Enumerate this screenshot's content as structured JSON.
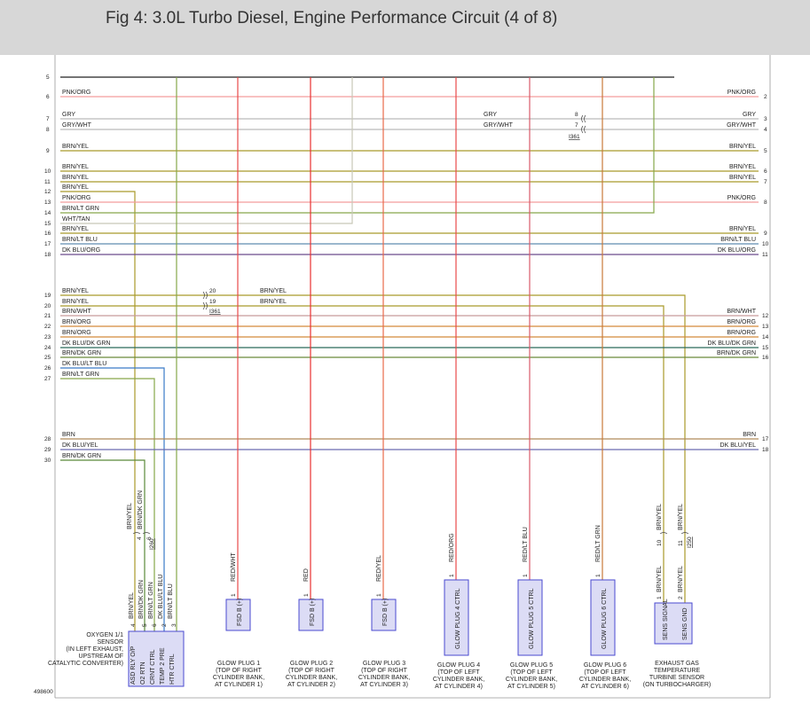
{
  "title": "Fig 4: 3.0L Turbo Diesel, Engine Performance Circuit (4 of 8)",
  "footer_id": "498600",
  "colors": {
    "title_bg": "#d7d7d7",
    "connector_fill": "#dcdcf5",
    "connector_stroke": "#4a4ad0"
  },
  "left_wires": [
    {
      "n": "5",
      "label": ""
    },
    {
      "n": "6",
      "label": "PNK/ORG"
    },
    {
      "n": "7",
      "label": "GRY"
    },
    {
      "n": "8",
      "label": "GRY/WHT"
    },
    {
      "n": "9",
      "label": "BRN/YEL"
    },
    {
      "n": "10",
      "label": "BRN/YEL"
    },
    {
      "n": "11",
      "label": "BRN/YEL"
    },
    {
      "n": "12",
      "label": "BRN/YEL"
    },
    {
      "n": "13",
      "label": "PNK/ORG"
    },
    {
      "n": "14",
      "label": "BRN/LT GRN"
    },
    {
      "n": "15",
      "label": "WHT/TAN"
    },
    {
      "n": "16",
      "label": "BRN/YEL"
    },
    {
      "n": "17",
      "label": "BRN/LT BLU"
    },
    {
      "n": "18",
      "label": "DK BLU/ORG"
    },
    {
      "n": "19",
      "label": "BRN/YEL"
    },
    {
      "n": "20",
      "label": "BRN/YEL"
    },
    {
      "n": "21",
      "label": "BRN/WHT"
    },
    {
      "n": "22",
      "label": "BRN/ORG"
    },
    {
      "n": "23",
      "label": "BRN/ORG"
    },
    {
      "n": "24",
      "label": "DK BLU/DK GRN"
    },
    {
      "n": "25",
      "label": "BRN/DK GRN"
    },
    {
      "n": "26",
      "label": "DK BLU/LT BLU"
    },
    {
      "n": "27",
      "label": "BRN/LT GRN"
    },
    {
      "n": "28",
      "label": "BRN"
    },
    {
      "n": "29",
      "label": "DK BLU/YEL"
    },
    {
      "n": "30",
      "label": "BRN/DK GRN"
    }
  ],
  "right_wires": [
    {
      "n": "2",
      "label": "PNK/ORG"
    },
    {
      "n": "3",
      "label": "GRY"
    },
    {
      "n": "4",
      "label": "GRY/WHT"
    },
    {
      "n": "5",
      "label": "BRN/YEL"
    },
    {
      "n": "6",
      "label": "BRN/YEL"
    },
    {
      "n": "7",
      "label": "BRN/YEL"
    },
    {
      "n": "8",
      "label": "PNK/ORG"
    },
    {
      "n": "9",
      "label": "BRN/YEL"
    },
    {
      "n": "10",
      "label": "BRN/LT BLU"
    },
    {
      "n": "11",
      "label": "DK BLU/ORG"
    },
    {
      "n": "12",
      "label": "BRN/WHT"
    },
    {
      "n": "13",
      "label": "BRN/ORG"
    },
    {
      "n": "14",
      "label": "BRN/ORG"
    },
    {
      "n": "15",
      "label": "DK BLU/DK GRN"
    },
    {
      "n": "16",
      "label": "BRN/DK GRN"
    },
    {
      "n": "17",
      "label": "BRN"
    },
    {
      "n": "18",
      "label": "DK BLU/YEL"
    }
  ],
  "inline_labels": {
    "gry": "GRY",
    "grywht": "GRY/WHT",
    "pin8": "8",
    "pin7": "7",
    "conn_i361_a": "I361",
    "pin20": "20",
    "pin19": "19",
    "brnyel_a": "BRN/YEL",
    "brnyel_b": "BRN/YEL",
    "conn_i361_b": "I361"
  },
  "o2_sensor": {
    "wire_a": "BRN/YEL",
    "wire_b": "BRN/DK GRN",
    "pin_a": "4",
    "pin_b": "6",
    "conn": "I260",
    "pins": [
      "4",
      "5",
      "6",
      "2",
      "3"
    ],
    "pin_wires": [
      "BRN/YEL",
      "BRN/DK GRN",
      "BRN/LT GRN",
      "DK BLU/LT BLU",
      "BRN/LT BLU"
    ],
    "pin_funcs": [
      "ASD RLY O/P",
      "O2 RTN",
      "CRNT CTRL",
      "TEMP 2 PRE",
      "HTR CTRL"
    ],
    "caption": [
      "OXYGEN 1/1",
      "SENSOR",
      "(IN LEFT EXHAUST,",
      "UPSTREAM OF",
      "CATALYTIC CONVERTER)"
    ]
  },
  "glow_plugs": [
    {
      "wire": "RED/WHT",
      "pin": "1",
      "func": "FSD B (+)",
      "caption": [
        "GLOW PLUG 1",
        "(TOP OF RIGHT",
        "CYLINDER BANK,",
        "AT CYLINDER 1)"
      ]
    },
    {
      "wire": "RED",
      "pin": "1",
      "func": "FSD B (+)",
      "caption": [
        "GLOW PLUG 2",
        "(TOP OF RIGHT",
        "CYLINDER BANK,",
        "AT CYLINDER 2)"
      ]
    },
    {
      "wire": "RED/YEL",
      "pin": "1",
      "func": "FSD B (+)",
      "caption": [
        "GLOW PLUG 3",
        "(TOP OF RIGHT",
        "CYLINDER BANK,",
        "AT CYLINDER 3)"
      ]
    },
    {
      "wire": "RED/ORG",
      "pin": "1",
      "func": "GLOW PLUG 4 CTRL",
      "caption": [
        "GLOW PLUG 4",
        "(TOP OF LEFT",
        "CYLINDER BANK,",
        "AT CYLINDER 4)"
      ]
    },
    {
      "wire": "RED/LT BLU",
      "pin": "1",
      "func": "GLOW PLUG 5 CTRL",
      "caption": [
        "GLOW PLUG 5",
        "(TOP OF LEFT",
        "CYLINDER BANK,",
        "AT CYLINDER 5)"
      ]
    },
    {
      "wire": "RED/LT GRN",
      "pin": "1",
      "func": "GLOW PLUG 6 CTRL",
      "caption": [
        "GLOW PLUG 6",
        "(TOP OF LEFT",
        "CYLINDER BANK,",
        "AT CYLINDER 6)"
      ]
    }
  ],
  "egt_sensor": {
    "wire_a": "BRN/YEL",
    "wire_b": "BRN/YEL",
    "pin_a": "10",
    "pin_b": "11",
    "conn": "I250",
    "pins": [
      "1",
      "2"
    ],
    "pin_wires": [
      "BRN/YEL",
      "BRN/YEL"
    ],
    "pin_funcs": [
      "SENS SIGNAL",
      "SENS GND"
    ],
    "caption": [
      "EXHAUST GAS",
      "TEMPERATURE",
      "TURBINE SENSOR",
      "(ON TURBOCHARGER)"
    ]
  }
}
